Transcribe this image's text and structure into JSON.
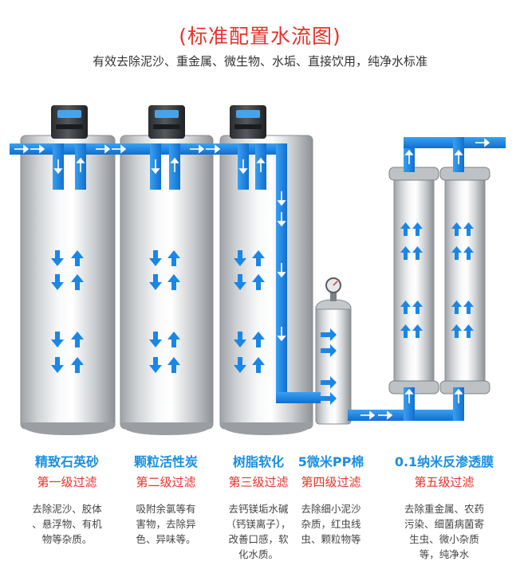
{
  "header": {
    "title": "(标准配置水流图)",
    "subtitle": "有效去除泥沙、重金属、微生物、水垢、直接饮用，纯净水标准"
  },
  "colors": {
    "pipe": "#1a86e8",
    "title": "#e8312a",
    "stage_name": "#1a8fe0",
    "stage_level": "#e8312a"
  },
  "stages": [
    {
      "name": "精致石英砂",
      "level": "第一级过滤",
      "desc": "去除泥沙、胶体\n、悬浮物、有机\n物等杂质。"
    },
    {
      "name": "颗粒活性炭",
      "level": "第二级过滤",
      "desc": "吸附余氯等有\n害物，去除异\n色、异味等。"
    },
    {
      "name": "树脂软化",
      "level": "第三级过滤",
      "desc": "去钙镁垢水碱\n（钙镁离子），\n改善口感，软\n化水质。"
    },
    {
      "name": "5微米PP棉",
      "level": "第四级过滤",
      "desc": "去除细小泥沙\n杂质，红虫线\n虫、颗粒物等"
    },
    {
      "name": "0.1纳米反渗透膜",
      "level": "第五级过滤",
      "desc": "去除重金属、农药\n污染、细菌病菌寄\n生虫、微小杂质\n等，纯净水"
    }
  ]
}
